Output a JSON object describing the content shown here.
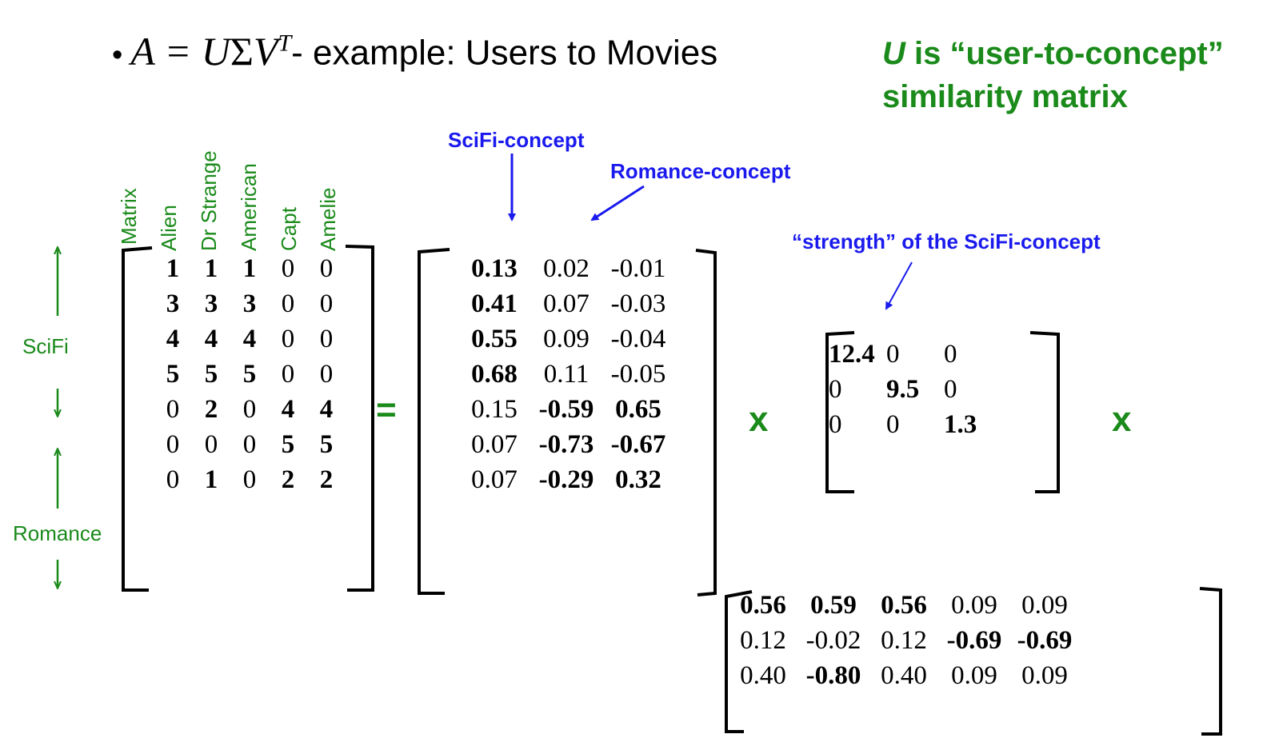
{
  "title": {
    "bullet": "•",
    "lhs": "A",
    "equals": " = ",
    "u": "U",
    "sigma": "Σ",
    "v": "V",
    "transpose": "T",
    "suffix": "- example: Users to Movies"
  },
  "note": {
    "u": "U",
    "line1_rest": " is “user-to-concept”",
    "line2": "similarity matrix"
  },
  "labels": {
    "scifi_concept": "SciFi-concept",
    "romance_concept": "Romance-concept",
    "strength": "“strength” of the SciFi-concept",
    "scifi": "SciFi",
    "romance": "Romance"
  },
  "operators": {
    "equals": "=",
    "times1": "x",
    "times2": "x"
  },
  "movies": [
    "Matrix",
    "Alien",
    "Dr Strange",
    "American",
    "Capt",
    "Amelie"
  ],
  "matrix_a": {
    "rows": [
      [
        {
          "v": "1",
          "b": true
        },
        {
          "v": "1",
          "b": true
        },
        {
          "v": "1",
          "b": true
        },
        {
          "v": "0",
          "b": false
        },
        {
          "v": "0",
          "b": false
        }
      ],
      [
        {
          "v": "3",
          "b": true
        },
        {
          "v": "3",
          "b": true
        },
        {
          "v": "3",
          "b": true
        },
        {
          "v": "0",
          "b": false
        },
        {
          "v": "0",
          "b": false
        }
      ],
      [
        {
          "v": "4",
          "b": true
        },
        {
          "v": "4",
          "b": true
        },
        {
          "v": "4",
          "b": true
        },
        {
          "v": "0",
          "b": false
        },
        {
          "v": "0",
          "b": false
        }
      ],
      [
        {
          "v": "5",
          "b": true
        },
        {
          "v": "5",
          "b": true
        },
        {
          "v": "5",
          "b": true
        },
        {
          "v": "0",
          "b": false
        },
        {
          "v": "0",
          "b": false
        }
      ],
      [
        {
          "v": "0",
          "b": false
        },
        {
          "v": "2",
          "b": true
        },
        {
          "v": "0",
          "b": false
        },
        {
          "v": "4",
          "b": true
        },
        {
          "v": "4",
          "b": true
        }
      ],
      [
        {
          "v": "0",
          "b": false
        },
        {
          "v": "0",
          "b": false
        },
        {
          "v": "0",
          "b": false
        },
        {
          "v": "5",
          "b": true
        },
        {
          "v": "5",
          "b": true
        }
      ],
      [
        {
          "v": "0",
          "b": false
        },
        {
          "v": "1",
          "b": true
        },
        {
          "v": "0",
          "b": false
        },
        {
          "v": "2",
          "b": true
        },
        {
          "v": "2",
          "b": true
        }
      ]
    ]
  },
  "matrix_u": {
    "rows": [
      [
        {
          "v": "0.13",
          "b": true
        },
        {
          "v": "0.02",
          "b": false
        },
        {
          "v": "-0.01",
          "b": false
        }
      ],
      [
        {
          "v": "0.41",
          "b": true
        },
        {
          "v": "0.07",
          "b": false
        },
        {
          "v": "-0.03",
          "b": false
        }
      ],
      [
        {
          "v": "0.55",
          "b": true
        },
        {
          "v": "0.09",
          "b": false
        },
        {
          "v": "-0.04",
          "b": false
        }
      ],
      [
        {
          "v": "0.68",
          "b": true
        },
        {
          "v": "0.11",
          "b": false
        },
        {
          "v": "-0.05",
          "b": false
        }
      ],
      [
        {
          "v": "0.15",
          "b": false
        },
        {
          "v": "-0.59",
          "b": true
        },
        {
          "v": "0.65",
          "b": true
        }
      ],
      [
        {
          "v": "0.07",
          "b": false
        },
        {
          "v": "-0.73",
          "b": true
        },
        {
          "v": "-0.67",
          "b": true
        }
      ],
      [
        {
          "v": "0.07",
          "b": false
        },
        {
          "v": "-0.29",
          "b": true
        },
        {
          "v": "0.32",
          "b": true
        }
      ]
    ]
  },
  "matrix_sigma": {
    "rows": [
      [
        {
          "v": "12.4",
          "b": true
        },
        {
          "v": "0",
          "b": false
        },
        {
          "v": "0",
          "b": false
        }
      ],
      [
        {
          "v": "0",
          "b": false
        },
        {
          "v": "9.5",
          "b": true
        },
        {
          "v": "0",
          "b": false
        }
      ],
      [
        {
          "v": "0",
          "b": false
        },
        {
          "v": "0",
          "b": false
        },
        {
          "v": "1.3",
          "b": true
        }
      ]
    ]
  },
  "matrix_vt": {
    "rows": [
      [
        {
          "v": "0.56",
          "b": true
        },
        {
          "v": "0.59",
          "b": true
        },
        {
          "v": "0.56",
          "b": true
        },
        {
          "v": "0.09",
          "b": false
        },
        {
          "v": "0.09",
          "b": false
        }
      ],
      [
        {
          "v": "0.12",
          "b": false
        },
        {
          "v": "-0.02",
          "b": false
        },
        {
          "v": "0.12",
          "b": false
        },
        {
          "v": "-0.69",
          "b": true
        },
        {
          "v": "-0.69",
          "b": true
        }
      ],
      [
        {
          "v": "0.40",
          "b": false
        },
        {
          "v": "-0.80",
          "b": true
        },
        {
          "v": "0.40",
          "b": false
        },
        {
          "v": "0.09",
          "b": false
        },
        {
          "v": "0.09",
          "b": false
        }
      ]
    ]
  },
  "colors": {
    "green": "#1a8a1a",
    "blue": "#1a1aee",
    "black": "#000000"
  }
}
